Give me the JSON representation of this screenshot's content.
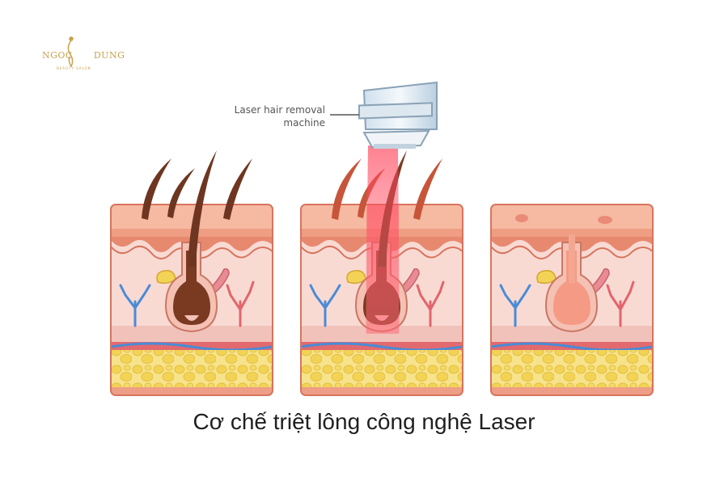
{
  "logo": {
    "brand_left": "NGOC",
    "brand_right": "DUNG",
    "tagline": "BEAUTY SALON",
    "colors": {
      "gold": "#c9a24b"
    }
  },
  "machine_label": {
    "line1": "Laser hair removal",
    "line2": "machine"
  },
  "caption": "Cơ chế triệt lông công nghệ Laser",
  "colors": {
    "skin_top": "#f2b49c",
    "epidermis": "#e89a80",
    "dermis": "#f7d6cf",
    "fat": "#f3dc6c",
    "hair": "#7a3a22",
    "laser": "#ff5a6e",
    "vein_blue": "#4a8bd6",
    "vein_red": "#e2656b"
  }
}
